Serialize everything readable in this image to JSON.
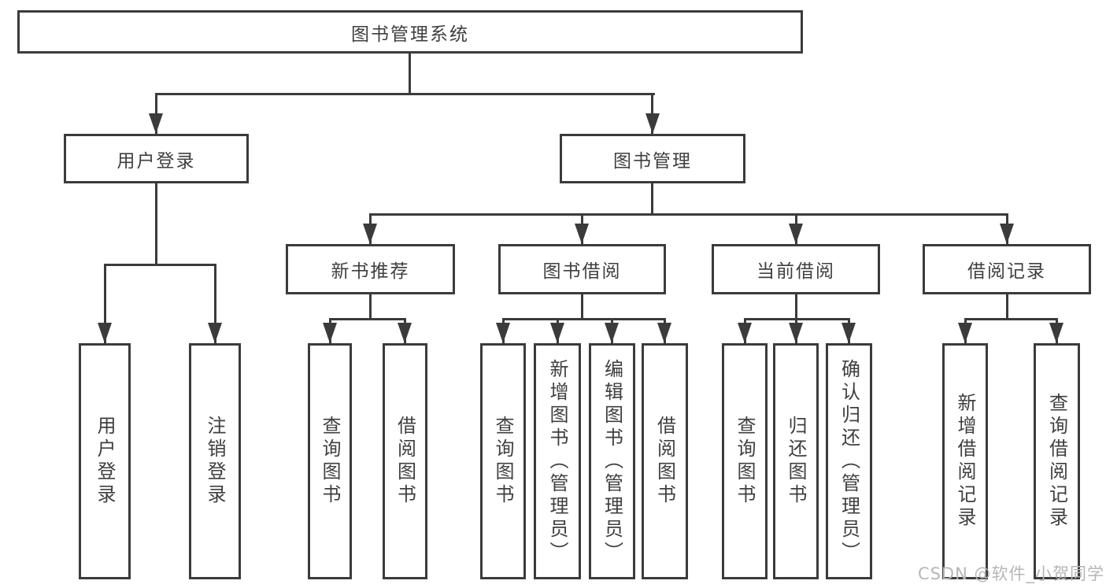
{
  "chart": {
    "type": "hierarchy-diagram",
    "root": "图书管理系统",
    "branches": [
      {
        "label": "用户登录",
        "children": [
          "用户登录",
          "注销登录"
        ]
      },
      {
        "label": "图书管理",
        "children": [
          {
            "label": "新书推荐",
            "children": [
              "查询图书",
              "借阅图书"
            ]
          },
          {
            "label": "图书借阅",
            "children": [
              "查询图书",
              "新增图书（管理员）",
              "编辑图书（管理员）",
              "借阅图书"
            ]
          },
          {
            "label": "当前借阅",
            "children": [
              "查询图书",
              "归还图书",
              "确认归还（管理员）"
            ]
          },
          {
            "label": "借阅记录",
            "children": [
              "新增借阅记录",
              "查询借阅记录"
            ]
          }
        ]
      }
    ]
  },
  "watermark": "CSDN @软件_小贺同学",
  "colors": {
    "line": "#3b3b3b",
    "text": "#3f3f3f",
    "bg": "#ffffff",
    "watermark": "#b6b6b6"
  }
}
